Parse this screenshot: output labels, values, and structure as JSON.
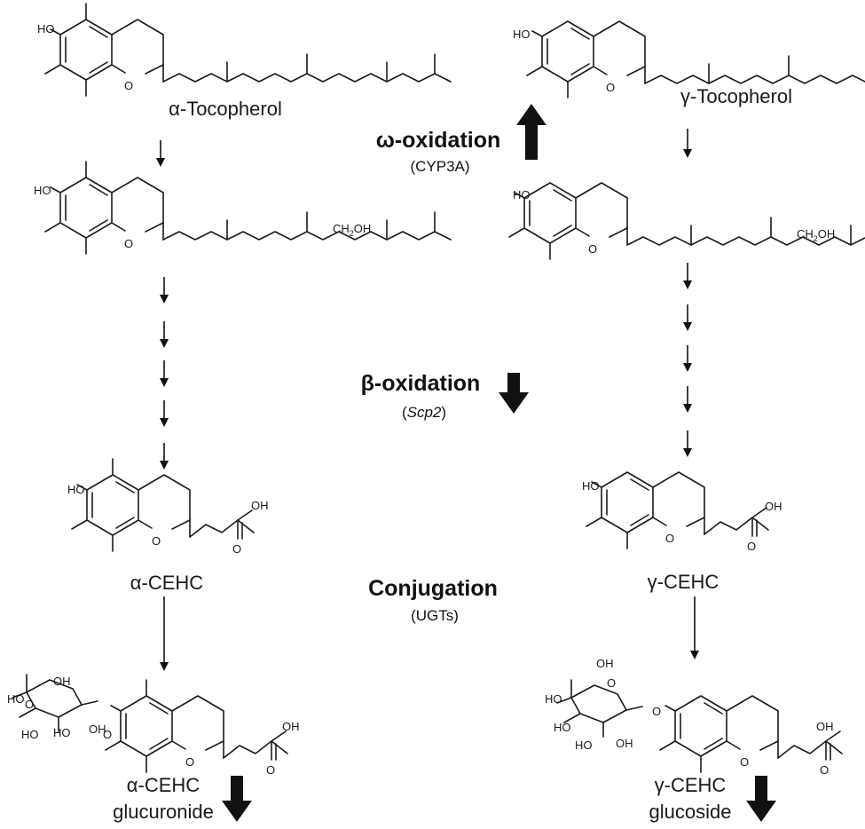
{
  "compounds": {
    "alpha_tocopherol": "α-Tocopherol",
    "gamma_tocopherol": "γ-Tocopherol",
    "alpha_cehc": "α-CEHC",
    "gamma_cehc": "γ-CEHC",
    "alpha_glucuronide_line1": "α-CEHC",
    "alpha_glucuronide_line2": "glucuronide",
    "gamma_glucoside_line1": "γ-CEHC",
    "gamma_glucoside_line2": "glucoside"
  },
  "processes": {
    "omega": {
      "title": "ω-oxidation",
      "enzyme": "(CYP3A)",
      "trend": "up"
    },
    "beta": {
      "title": "β-oxidation",
      "open": "(",
      "enzyme": "Scp2",
      "close": ")",
      "trend": "down"
    },
    "conjugation": {
      "title": "Conjugation",
      "enzyme": "(UGTs)"
    }
  },
  "atom_labels": {
    "ho": "HO",
    "o": "O",
    "oh": "OH",
    "ch2oh_main": "CH",
    "ch2oh_sub": "2",
    "ch2oh_end": "OH"
  },
  "product_trend": {
    "alpha_glucuronide": "down",
    "gamma_glucoside": "down"
  }
}
